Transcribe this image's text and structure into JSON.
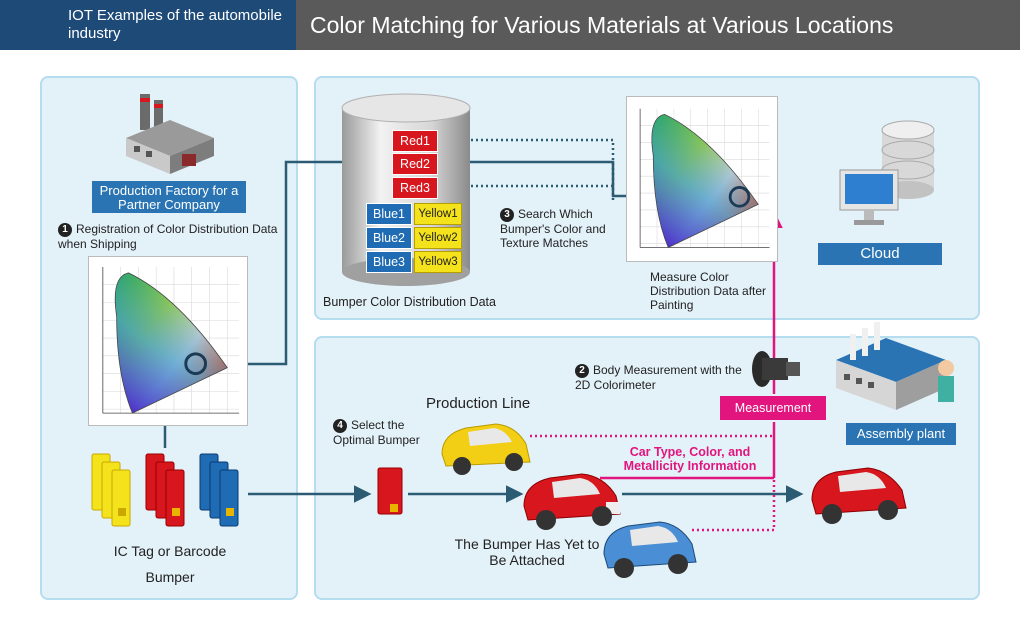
{
  "header": {
    "left_title": "IOT Examples of the automobile industry",
    "main_title": "Color Matching for Various Materials at Various Locations"
  },
  "left_panel": {
    "factory_label": "Production Factory for a Partner Company",
    "step1_number": "1",
    "step1_text": "Registration of Color Distribution Data when Shipping",
    "tags_caption_line1": "IC Tag or Barcode",
    "tags_caption_line2": "Bumper"
  },
  "top_panel": {
    "database_caption": "Bumper Color Distribution Data",
    "red_items": [
      "Red1",
      "Red2",
      "Red3"
    ],
    "blue_items": [
      "Blue1",
      "Blue2",
      "Blue3"
    ],
    "yellow_items": [
      "Yellow1",
      "Yellow2",
      "Yellow3"
    ],
    "step3_number": "3",
    "step3_text": "Search Which Bumper's Color and Texture Matches",
    "measure_caption": "Measure Color Distribution Data after Painting",
    "cloud_label": "Cloud"
  },
  "bottom_panel": {
    "step2_number": "2",
    "step2_text": "Body Measurement with the 2D Colorimeter",
    "measurement_label": "Measurement",
    "assembly_label": "Assembly plant",
    "step4_number": "4",
    "step4_text": "Select the Optimal Bumper",
    "production_line_label": "Production Line",
    "car_info_label": "Car Type, Color, and Metallicity Information",
    "bumper_not_attached": "The Bumper Has Yet to Be Attached"
  },
  "colors": {
    "header_blue": "#1e4a78",
    "header_gray": "#5a5a5a",
    "panel_bg": "#e3f1f9",
    "label_blue": "#2a74b3",
    "connector": "#2b5c73",
    "accent_pink": "#e2147d",
    "bumper_red": "#d8161e",
    "bumper_blue": "#1f6cb4",
    "bumper_yellow": "#f4e21c"
  }
}
